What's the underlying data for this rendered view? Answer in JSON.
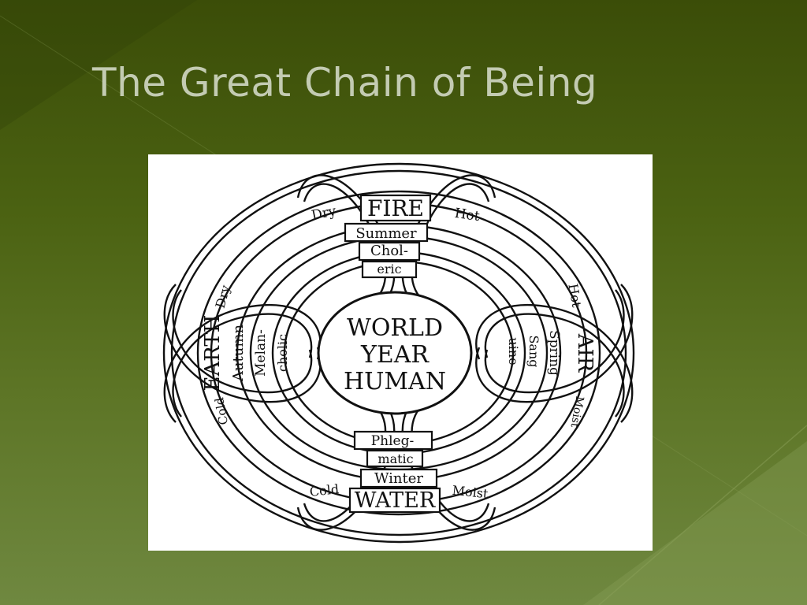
{
  "slide": {
    "title": "The Great Chain of Being"
  },
  "diagram": {
    "center": [
      "WORLD",
      "YEAR",
      "HUMAN"
    ],
    "fire": {
      "element": "FIRE",
      "qualities": [
        "Dry",
        "Hot"
      ],
      "season": "Summer",
      "humor_lines": [
        "Chol-",
        "eric"
      ]
    },
    "air": {
      "element": "AIR",
      "qualities": [
        "Hot",
        "Moist"
      ],
      "season": "Spring",
      "humor_lines": [
        "Sang",
        "uine"
      ]
    },
    "water": {
      "element": "WATER",
      "qualities": [
        "Cold",
        "Moist"
      ],
      "season": "Winter",
      "humor_lines": [
        "Phleg-",
        "matic"
      ]
    },
    "earth": {
      "element": "EARTH",
      "qualities": [
        "Dry",
        "Cold"
      ],
      "season": "Autumn",
      "humor_lines": [
        "Melan-",
        "cholic"
      ]
    }
  },
  "colors": {
    "background_top": "#3b4d08",
    "background_bottom": "#6f8840",
    "title_text": "#c3cbb2",
    "diagram_ink": "#111111",
    "diagram_paper": "#ffffff"
  }
}
